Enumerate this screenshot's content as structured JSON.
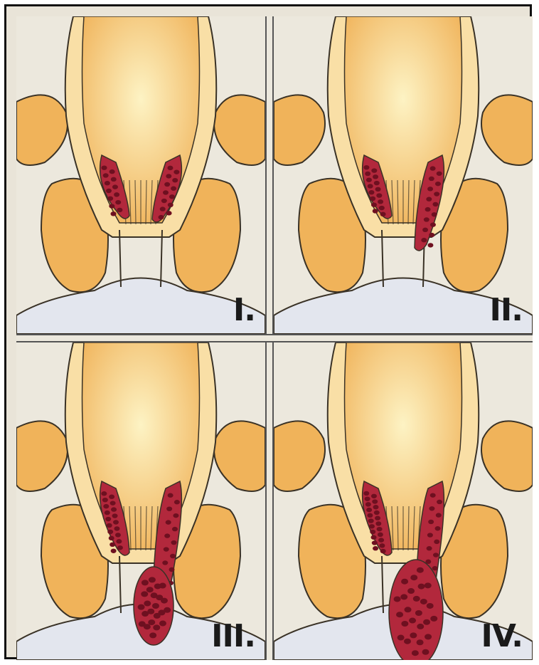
{
  "panels": [
    {
      "label": "I.",
      "stage": 1
    },
    {
      "label": "II.",
      "stage": 2
    },
    {
      "label": "III.",
      "stage": 3
    },
    {
      "label": "IV.",
      "stage": 4
    }
  ],
  "colors": {
    "tissue": "#f0b35a",
    "tissue_light": "#f9dfa6",
    "lumen": "#fbe7a0",
    "outline": "#3a3226",
    "vessel": "#b2283c",
    "vessel_dark": "#6e1020",
    "skin": "#e3e6ee"
  }
}
